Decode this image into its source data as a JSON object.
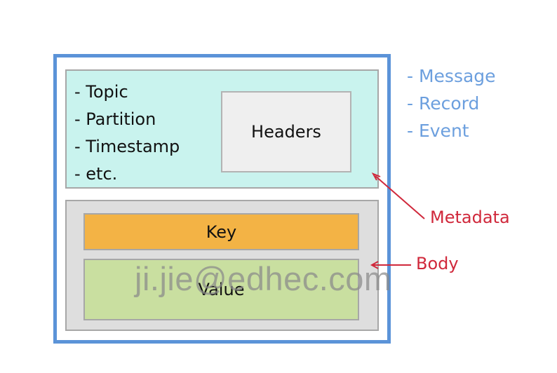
{
  "metadata_fields": [
    "- Topic",
    "- Partition",
    "- Timestamp",
    "- etc."
  ],
  "headers_label": "Headers",
  "key_label": "Key",
  "value_label": "Value",
  "aliases": [
    "- Message",
    "- Record",
    "- Event"
  ],
  "metadata_label": "Metadata",
  "body_label": "Body",
  "watermark": "ji.jie@edhec.com",
  "colors": {
    "outer_border": "#5b93d8",
    "metadata_fill": "#c9f3ee",
    "headers_fill": "#efefef",
    "body_fill": "#dedede",
    "key_fill": "#f3b345",
    "value_fill": "#c9dfa0",
    "alias_text": "#6c9fde",
    "annotation_red": "#d0283b"
  }
}
